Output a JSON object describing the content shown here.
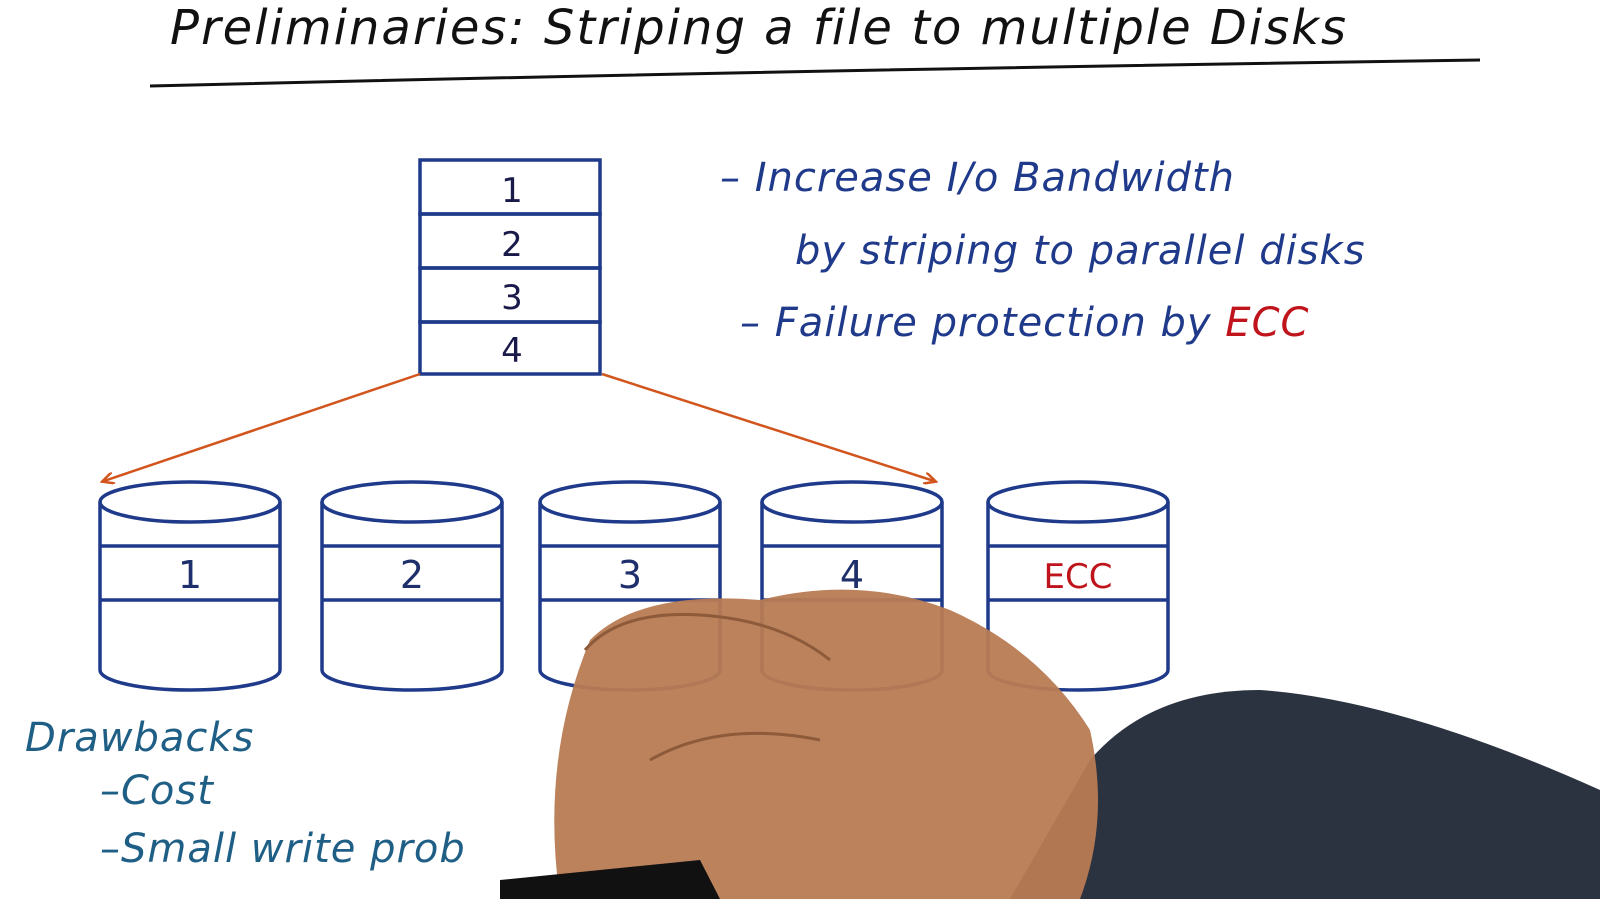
{
  "title": "Preliminaries: Striping a file to multiple Disks",
  "file_blocks": [
    "1",
    "2",
    "3",
    "4"
  ],
  "disks": [
    {
      "label": "1",
      "color": "#1f2f6b"
    },
    {
      "label": "2",
      "color": "#1f2f6b"
    },
    {
      "label": "3",
      "color": "#1f2f6b"
    },
    {
      "label": "4",
      "color": "#1f2f6b"
    },
    {
      "label": "ECC",
      "color": "#c0141c"
    }
  ],
  "notes": {
    "line1": "– Increase I/o Bandwidth",
    "line2": "by striping to parallel disks",
    "line3_prefix": "– Failure protection by ",
    "line3_accent": "ECC"
  },
  "drawbacks": {
    "heading": "Drawbacks",
    "items": [
      "–Cost",
      "–Small write prob"
    ]
  },
  "colors": {
    "ink_blue": "#1f3a8a",
    "disk_outline": "#1f3a8a",
    "accent_red": "#c0141c",
    "arrow_orange": "#d2551e",
    "drawbacks_teal": "#1f5f86"
  }
}
